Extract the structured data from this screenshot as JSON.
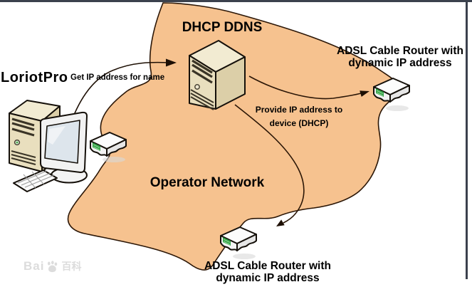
{
  "frame": {
    "top_bar_color": "#3B414D",
    "right_bar_color": "#3B414D"
  },
  "network": {
    "label": "Operator Network",
    "fill_color": "#F6C28F",
    "outline_color": "#2B1606"
  },
  "nodes": {
    "workstation": {
      "label": "LoriotPro"
    },
    "server": {
      "label": "DHCP DDNS"
    },
    "router_top_right": {
      "label_line1": "ADSL Cable Router with",
      "label_line2": "dynamic IP address"
    },
    "router_bottom": {
      "label_line1": "ADSL Cable Router with",
      "label_line2": "dynamic IP address"
    }
  },
  "flows": {
    "get_ip": {
      "label": "Get IP address for name"
    },
    "provide_ip": {
      "label_line1": "Provide IP address to",
      "label_line2": "device (DHCP)"
    }
  },
  "watermark": {
    "prefix": "Bai",
    "suffix": "百科"
  }
}
